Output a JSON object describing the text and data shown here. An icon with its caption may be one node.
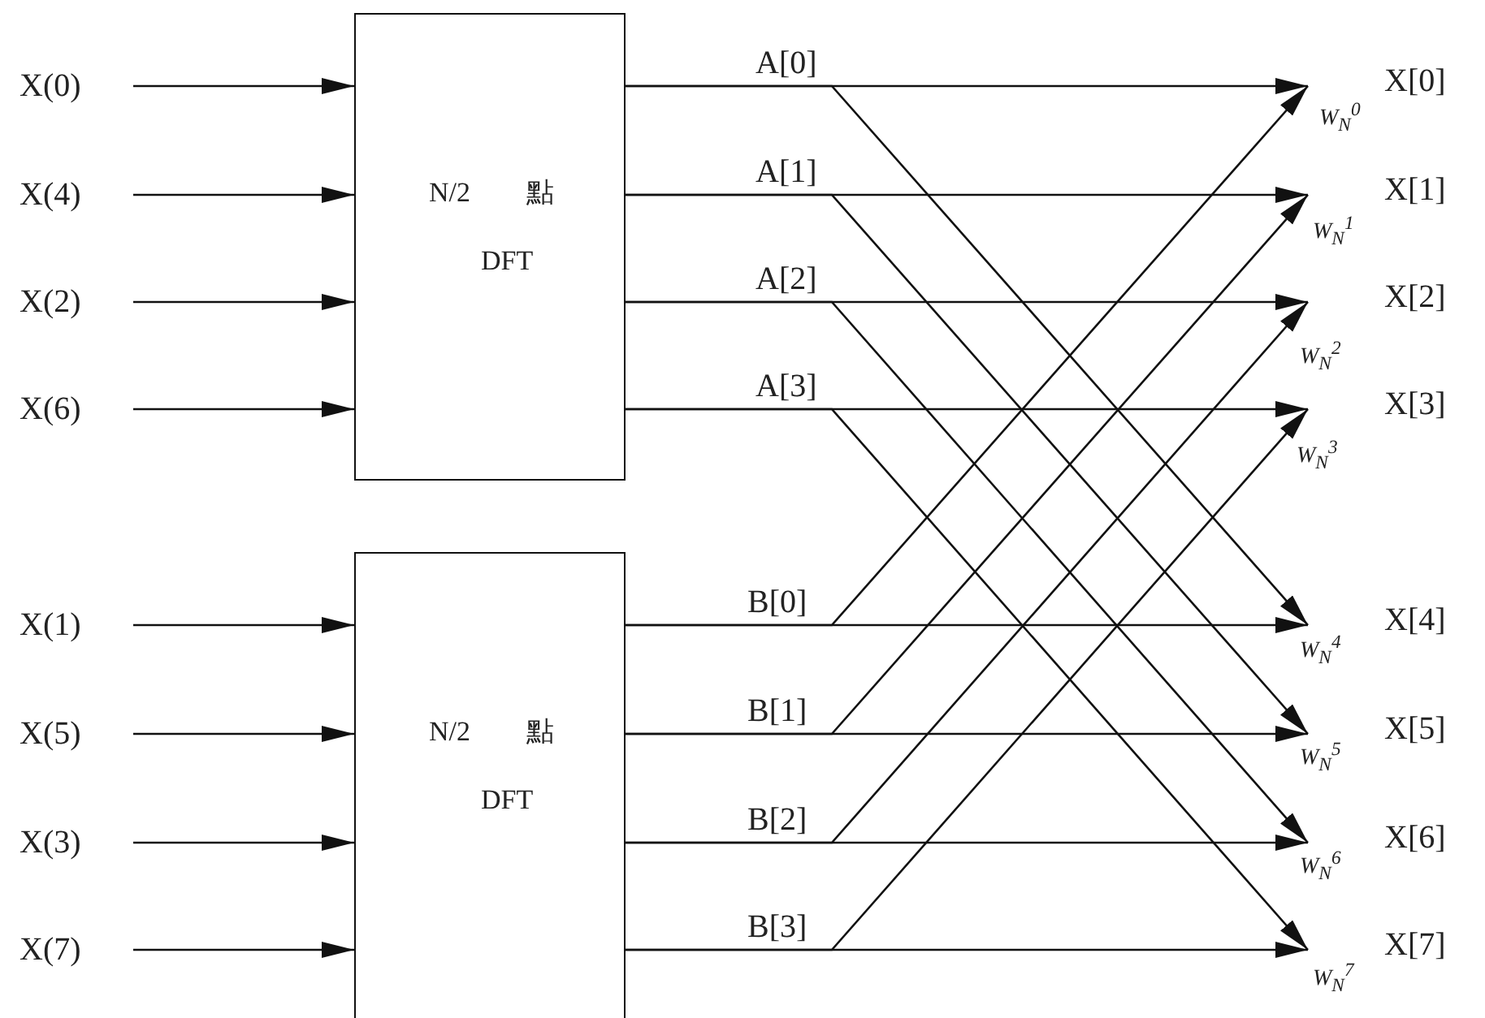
{
  "diagram": {
    "nodes": [
      {
        "text": [
          "X(0)"
        ]
      },
      {
        "text": [
          "X(4)"
        ]
      },
      {
        "text": [
          "X(2)"
        ]
      },
      {
        "text": [
          "X(6)"
        ]
      },
      {
        "text": [
          "X(1)"
        ]
      },
      {
        "text": [
          "X(5)"
        ]
      },
      {
        "text": [
          "X(3)"
        ]
      },
      {
        "text": [
          "X(7)"
        ]
      },
      {
        "text": [
          "N/2 點",
          "DFT"
        ]
      },
      {
        "text": [
          "N/2 點",
          "DFT"
        ]
      },
      {
        "text": [
          "X[0]"
        ],
        "beside": [
          "W$_{N}$$^{0}$"
        ]
      },
      {
        "text": [
          "X[1]"
        ],
        "beside": [
          "W$_{N}$$^{1}$"
        ]
      },
      {
        "text": [
          "X[2]"
        ],
        "beside": [
          "W$_{N}$$^{2}$"
        ]
      },
      {
        "text": [
          "X[3]"
        ],
        "beside": [
          "W$_{N}$$^{3}$"
        ]
      },
      {
        "text": [
          "X[4]"
        ],
        "beside": [
          "W$_{N}$$^{4}$"
        ]
      },
      {
        "text": [
          "X[5]"
        ],
        "beside": [
          "W$_{N}$$^{5}$"
        ]
      },
      {
        "text": [
          "X[6]"
        ],
        "beside": [
          "W$_{N}$$^{6}$"
        ]
      },
      {
        "text": [
          "X[7]"
        ],
        "beside": [
          "W$_{N}$$^{7}$"
        ]
      }
    ],
    "edges": [
      {
        "from": 0,
        "to": 8,
        "arrow": "to"
      },
      {
        "from": 1,
        "to": 8,
        "arrow": "to"
      },
      {
        "from": 2,
        "to": 8,
        "arrow": "to"
      },
      {
        "from": 3,
        "to": 8,
        "arrow": "to"
      },
      {
        "from": 4,
        "to": 9,
        "arrow": "to"
      },
      {
        "from": 5,
        "to": 9,
        "arrow": "to"
      },
      {
        "from": 6,
        "to": 9,
        "arrow": "to"
      },
      {
        "from": 7,
        "to": 9,
        "arrow": "to"
      },
      {
        "from": 8,
        "to": 10,
        "arrow": "to",
        "label": "A[0]"
      },
      {
        "from": 8,
        "to": 14,
        "arrow": "to"
      },
      {
        "from": 8,
        "to": 11,
        "arrow": "to",
        "label": "A[1]"
      },
      {
        "from": 8,
        "to": 15,
        "arrow": "to"
      },
      {
        "from": 8,
        "to": 12,
        "arrow": "to",
        "label": "A[2]"
      },
      {
        "from": 8,
        "to": 16,
        "arrow": "to"
      },
      {
        "from": 8,
        "to": 13,
        "arrow": "to",
        "label": "A[3]"
      },
      {
        "from": 8,
        "to": 17,
        "arrow": "to"
      },
      {
        "from": 9,
        "to": 14,
        "arrow": "to",
        "label": "B[0]"
      },
      {
        "from": 9,
        "to": 10,
        "arrow": "to"
      },
      {
        "from": 9,
        "to": 15,
        "arrow": "to",
        "label": "B[1]"
      },
      {
        "from": 9,
        "to": 11,
        "arrow": "to"
      },
      {
        "from": 9,
        "to": 16,
        "arrow": "to",
        "label": "B[2]"
      },
      {
        "from": 9,
        "to": 12,
        "arrow": "to"
      },
      {
        "from": 9,
        "to": 17,
        "arrow": "to",
        "label": "B[3]"
      },
      {
        "from": 9,
        "to": 13,
        "arrow": "to"
      }
    ]
  }
}
